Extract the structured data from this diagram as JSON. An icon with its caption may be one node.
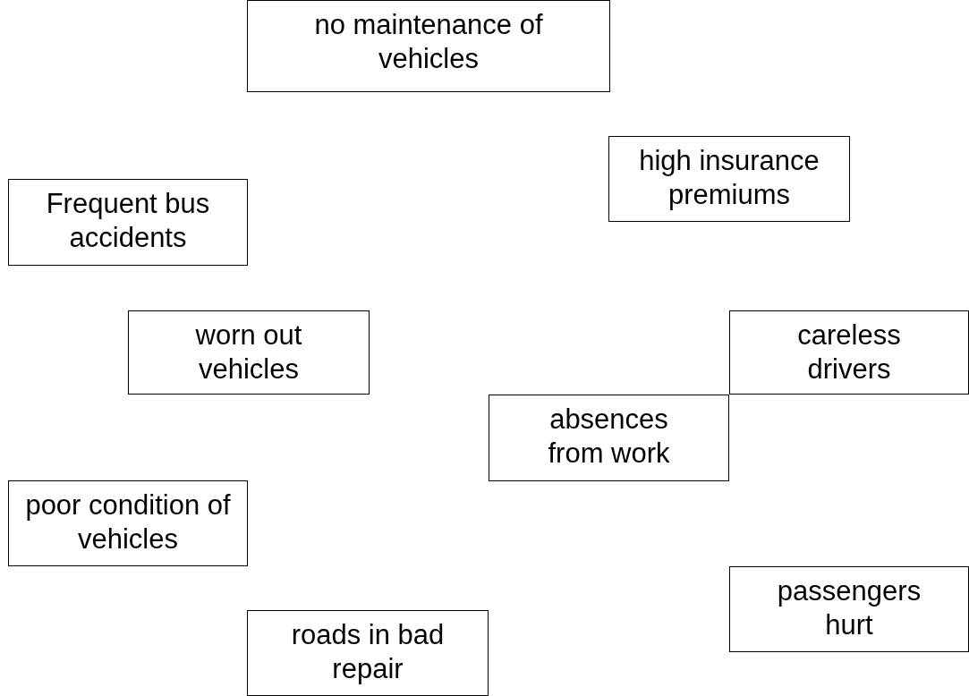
{
  "diagram": {
    "nodes": [
      {
        "text": [
          "no maintenance of vehicles"
        ]
      },
      {
        "text": [
          "high insurance premiums"
        ]
      },
      {
        "text": [
          "Frequent bus accidents"
        ]
      },
      {
        "text": [
          "worn out vehicles"
        ]
      },
      {
        "text": [
          "careless drivers"
        ]
      },
      {
        "text": [
          "absences from work"
        ]
      },
      {
        "text": [
          "poor condition of vehicles"
        ]
      },
      {
        "text": [
          "passengers hurt"
        ]
      },
      {
        "text": [
          "roads in bad repair"
        ]
      }
    ]
  }
}
